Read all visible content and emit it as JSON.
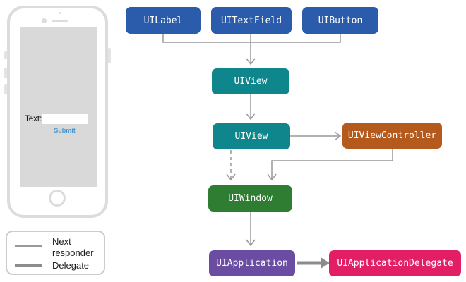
{
  "diagram": {
    "nodes": [
      {
        "id": "uilabel",
        "label": "UILabel",
        "color": "#2b5cab"
      },
      {
        "id": "uitextfield",
        "label": "UITextField",
        "color": "#2b5cab"
      },
      {
        "id": "uibutton",
        "label": "UIButton",
        "color": "#2b5cab"
      },
      {
        "id": "uiview-top",
        "label": "UIView",
        "color": "#0f868b"
      },
      {
        "id": "uiview-bottom",
        "label": "UIView",
        "color": "#0f868b"
      },
      {
        "id": "uiviewcontroller",
        "label": "UIViewController",
        "color": "#b55a1d"
      },
      {
        "id": "uiwindow",
        "label": "UIWindow",
        "color": "#2f7d33"
      },
      {
        "id": "uiapplication",
        "label": "UIApplication",
        "color": "#6a4da2"
      },
      {
        "id": "uiapplicationdelegate",
        "label": "UIApplicationDelegate",
        "color": "#e21e64"
      }
    ],
    "responder_edge_color": "#999999",
    "delegate_edge_color": "#8c8c8c"
  },
  "phone": {
    "text_field_label": "Text:",
    "text_field_value": "",
    "submit_label": "Submit",
    "submit_color": "#4a97cf"
  },
  "legend": {
    "items": [
      {
        "label": "Next responder",
        "line_style": "thin"
      },
      {
        "label": "Delegate",
        "line_style": "thick"
      }
    ]
  }
}
